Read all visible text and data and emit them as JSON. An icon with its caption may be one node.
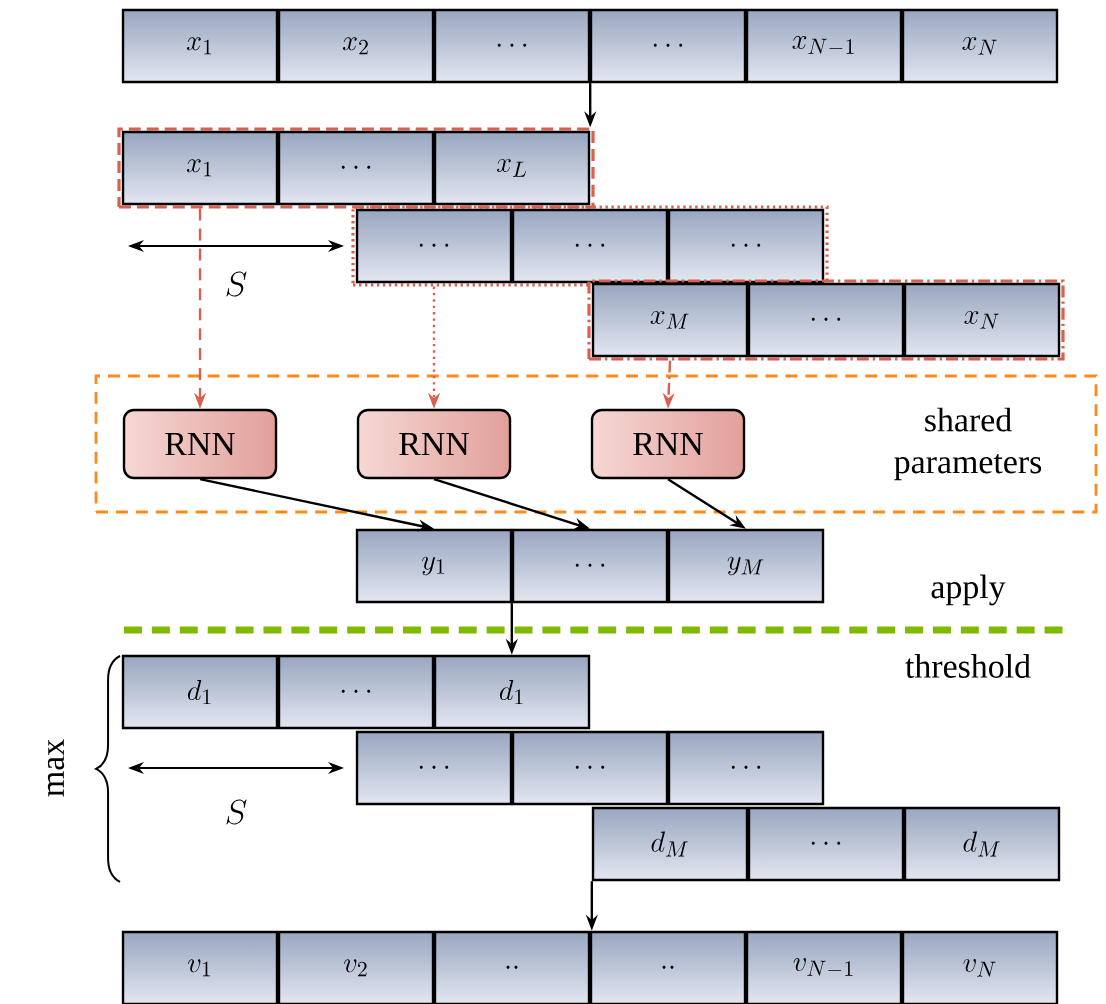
{
  "diagram": {
    "nodes": [
      {
        "text": [
          "x_1"
        ]
      },
      {
        "text": [
          "x_2"
        ]
      },
      {
        "text": [
          "\\cdots"
        ]
      },
      {
        "text": [
          "\\cdots"
        ]
      },
      {
        "text": [
          "x_{N-1}"
        ]
      },
      {
        "text": [
          "x_N"
        ]
      },
      {
        "text": [],
        "shape": "box"
      },
      {
        "text": [
          "x_1"
        ],
        "in": 6
      },
      {
        "text": [
          "\\cdots"
        ],
        "in": 6
      },
      {
        "text": [
          "x_L"
        ],
        "in": 6
      },
      {
        "text": [],
        "shape": "box"
      },
      {
        "text": [
          "\\cdots"
        ],
        "in": 10
      },
      {
        "text": [
          "\\cdots"
        ],
        "in": 10
      },
      {
        "text": [
          "\\cdots"
        ],
        "in": 10
      },
      {
        "text": [],
        "shape": "box"
      },
      {
        "text": [
          "x_M"
        ],
        "in": 14
      },
      {
        "text": [
          "\\cdots"
        ],
        "in": 14
      },
      {
        "text": [
          "x_N"
        ],
        "in": 14
      },
      {
        "text": [
          "shared parameters"
        ]
      },
      {
        "text": [
          "RNN"
        ],
        "in": 18
      },
      {
        "text": [
          "RNN"
        ],
        "in": 18
      },
      {
        "text": [
          "RNN"
        ],
        "in": 18
      },
      {
        "text": [
          "y_1"
        ]
      },
      {
        "text": [
          "\\cdots"
        ]
      },
      {
        "text": [
          "y_M"
        ]
      },
      {
        "text": [
          "d_1"
        ]
      },
      {
        "text": [
          "\\cdots"
        ]
      },
      {
        "text": [
          "d_1"
        ]
      },
      {
        "text": [
          "\\cdots"
        ]
      },
      {
        "text": [
          "\\cdots"
        ]
      },
      {
        "text": [
          "\\cdots"
        ]
      },
      {
        "text": [
          "d_M"
        ]
      },
      {
        "text": [
          "\\cdots"
        ]
      },
      {
        "text": [
          "d_M"
        ]
      },
      {
        "text": [
          "v_1"
        ]
      },
      {
        "text": [
          "v_2"
        ]
      },
      {
        "text": [
          "\\cdot\\cdot"
        ]
      },
      {
        "text": [
          "\\cdot\\cdot"
        ]
      },
      {
        "text": [
          "v_{N-1}"
        ]
      },
      {
        "text": [
          "v_N"
        ]
      }
    ],
    "edges": [
      {
        "from": 2,
        "to": 6,
        "arrow": "to"
      },
      {
        "from": 6,
        "to": 19,
        "arrow": "to",
        "style": "dashed",
        "color": "#d9604f"
      },
      {
        "from": 10,
        "to": 20,
        "arrow": "to",
        "style": "dashed",
        "color": "#d9604f"
      },
      {
        "from": 14,
        "to": 21,
        "arrow": "to",
        "style": "dashed",
        "color": "#d9604f"
      },
      {
        "from": 19,
        "to": 22,
        "arrow": "to"
      },
      {
        "from": 20,
        "to": 23,
        "arrow": "to"
      },
      {
        "from": 21,
        "to": 24,
        "arrow": "to"
      },
      {
        "from": 23,
        "to": 27,
        "arrow": "to"
      },
      {
        "from": 31,
        "to": 36,
        "arrow": "to"
      }
    ],
    "labels": [
      "S",
      "apply",
      "threshold",
      "max",
      "S"
    ]
  }
}
